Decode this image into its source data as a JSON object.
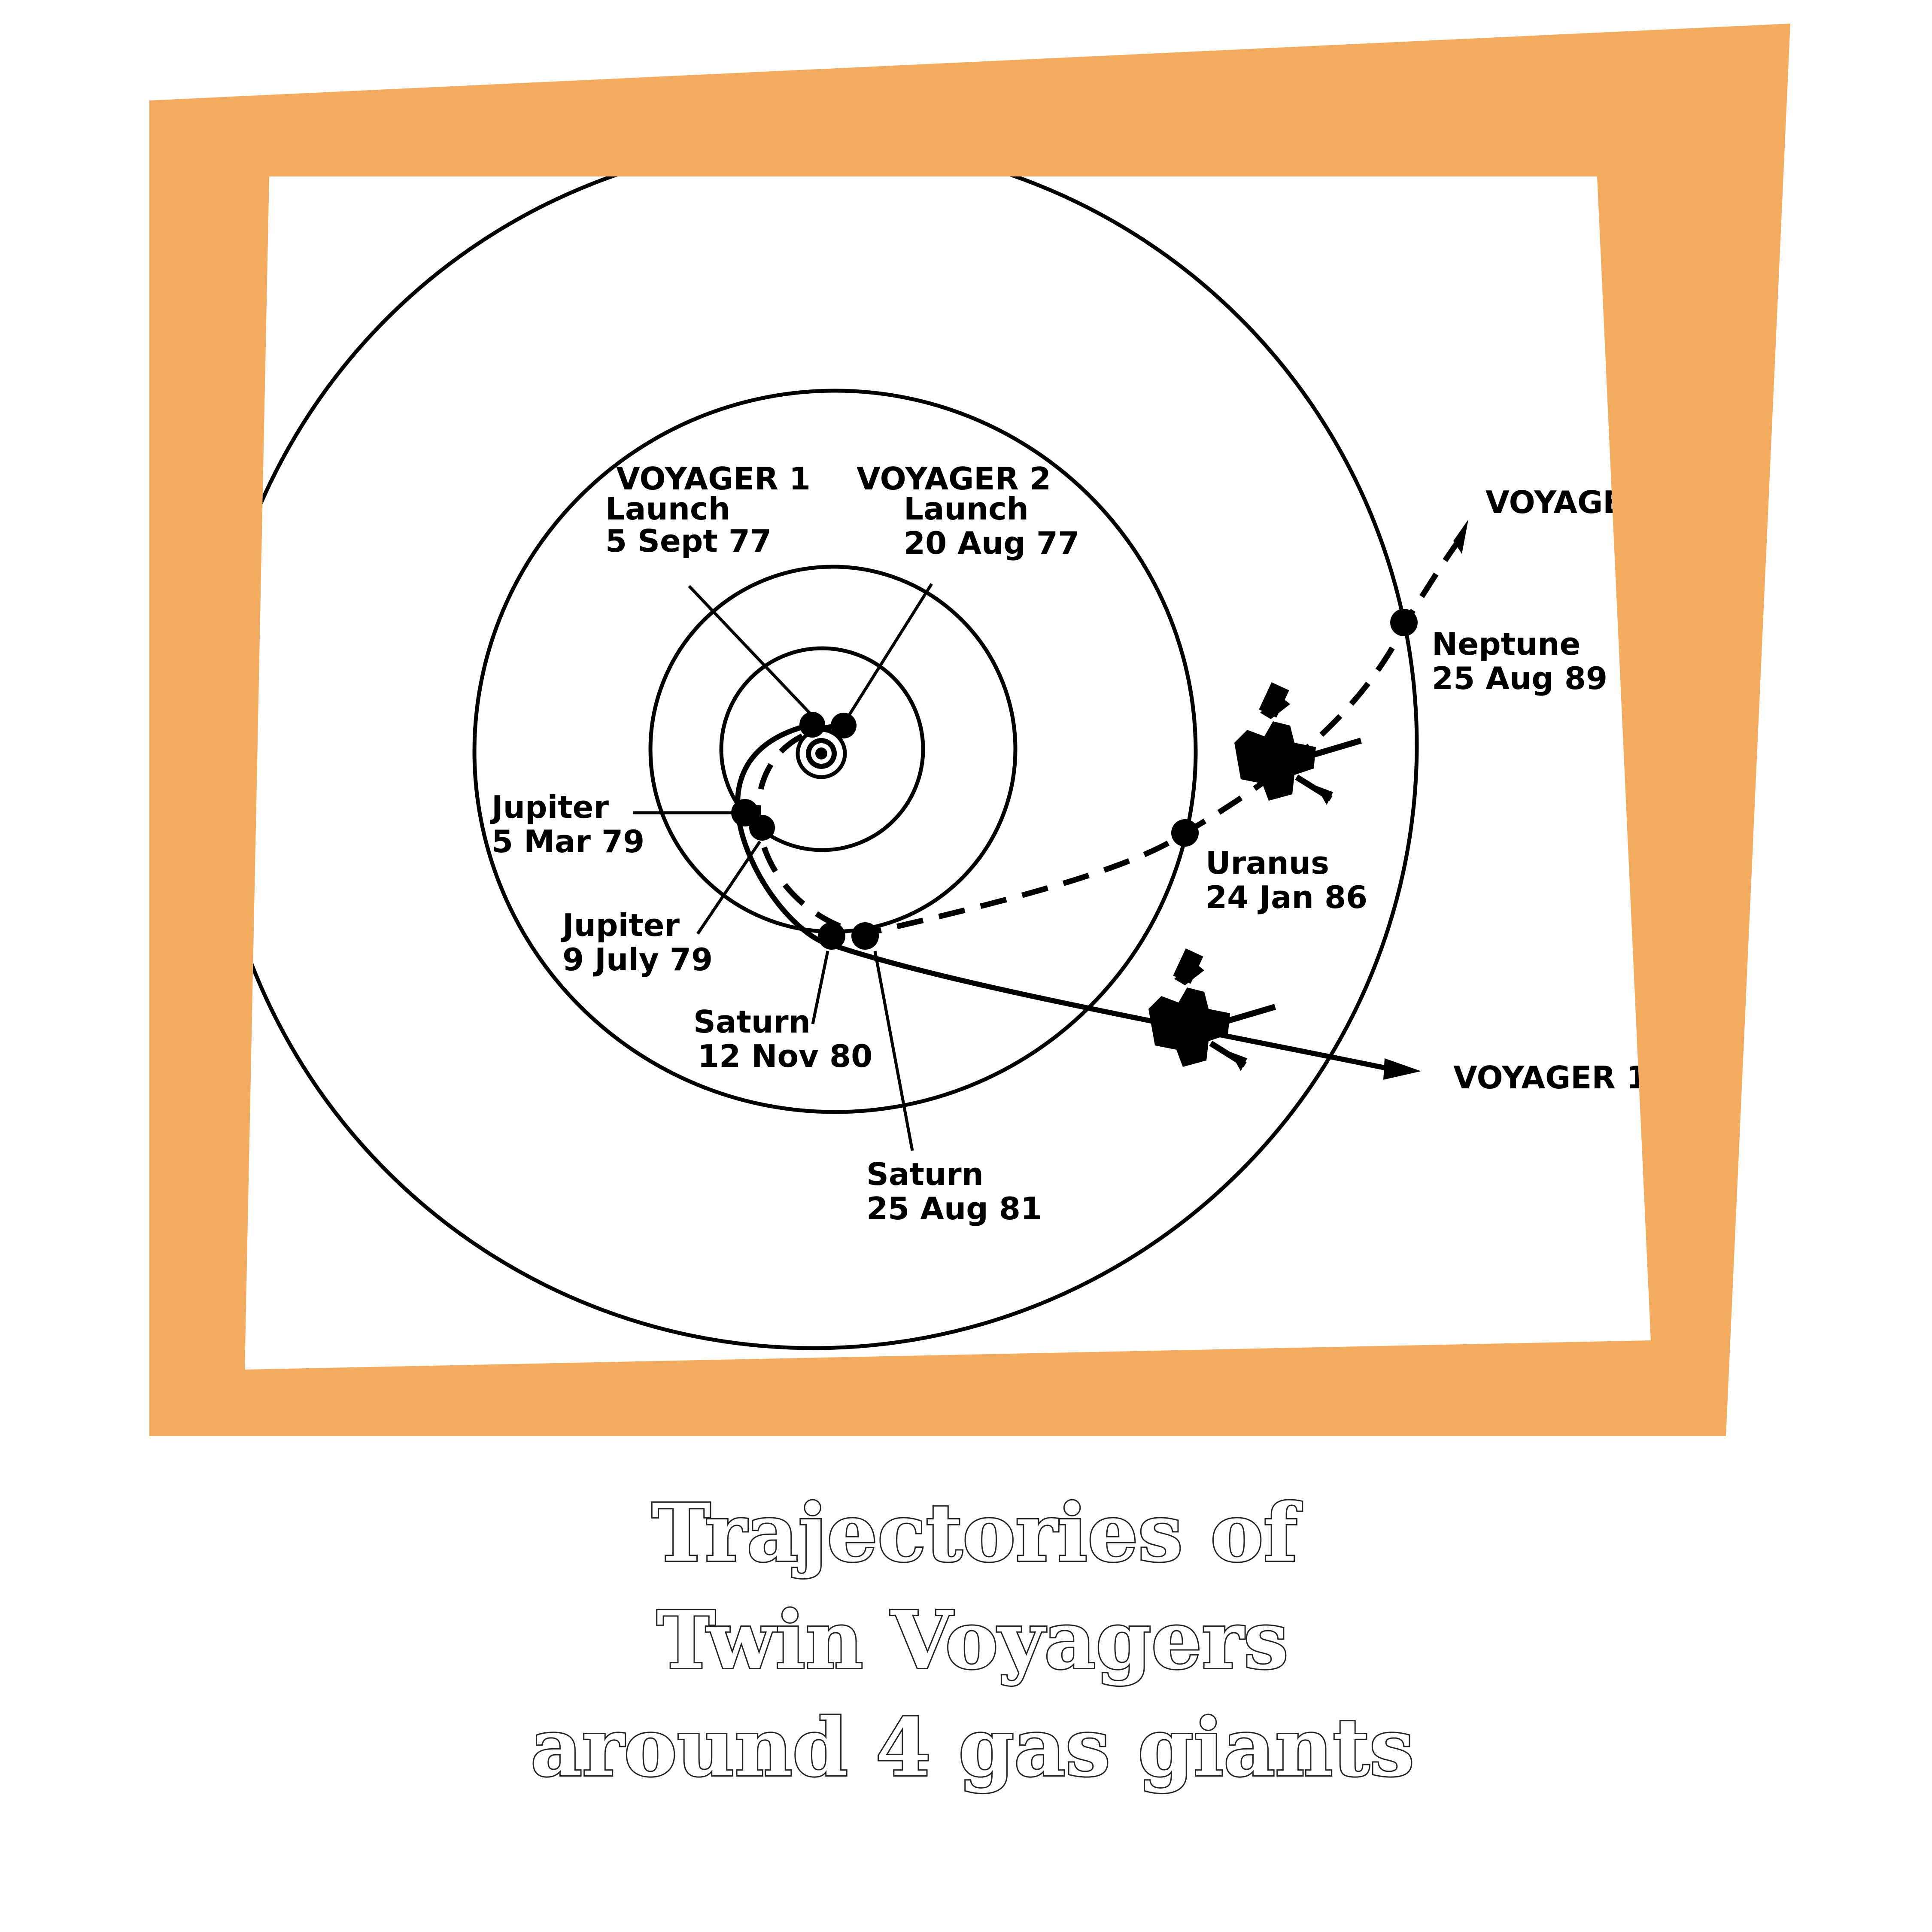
{
  "colors": {
    "frame": "#f2ab5f",
    "ink": "#000000",
    "background": "#ffffff"
  },
  "labels": {
    "voyager1_launch_name": "VOYAGER 1",
    "voyager1_launch_word": "Launch",
    "voyager1_launch_date": "5 Sept 77",
    "voyager2_launch_name": "VOYAGER 2",
    "voyager2_launch_word": "Launch",
    "voyager2_launch_date": "20 Aug 77",
    "jupiter1_name": "Jupiter",
    "jupiter1_date": "5 Mar 79",
    "jupiter2_name": "Jupiter",
    "jupiter2_date": "9 July 79",
    "saturn1_name": "Saturn",
    "saturn1_date": "12 Nov 80",
    "saturn2_name": "Saturn",
    "saturn2_date": "25 Aug 81",
    "uranus_name": "Uranus",
    "uranus_date": "24 Jan 86",
    "neptune_name": "Neptune",
    "neptune_date": "25 Aug 89",
    "voyager2_exit": "VOYAGE",
    "voyager1_exit": "VOYAGER 1"
  },
  "caption": {
    "line1": "Trajectories of",
    "line2": "Twin Voyagers",
    "line3": "around 4 gas giants"
  },
  "icons": [
    "sun-icon",
    "spacecraft-icon"
  ]
}
